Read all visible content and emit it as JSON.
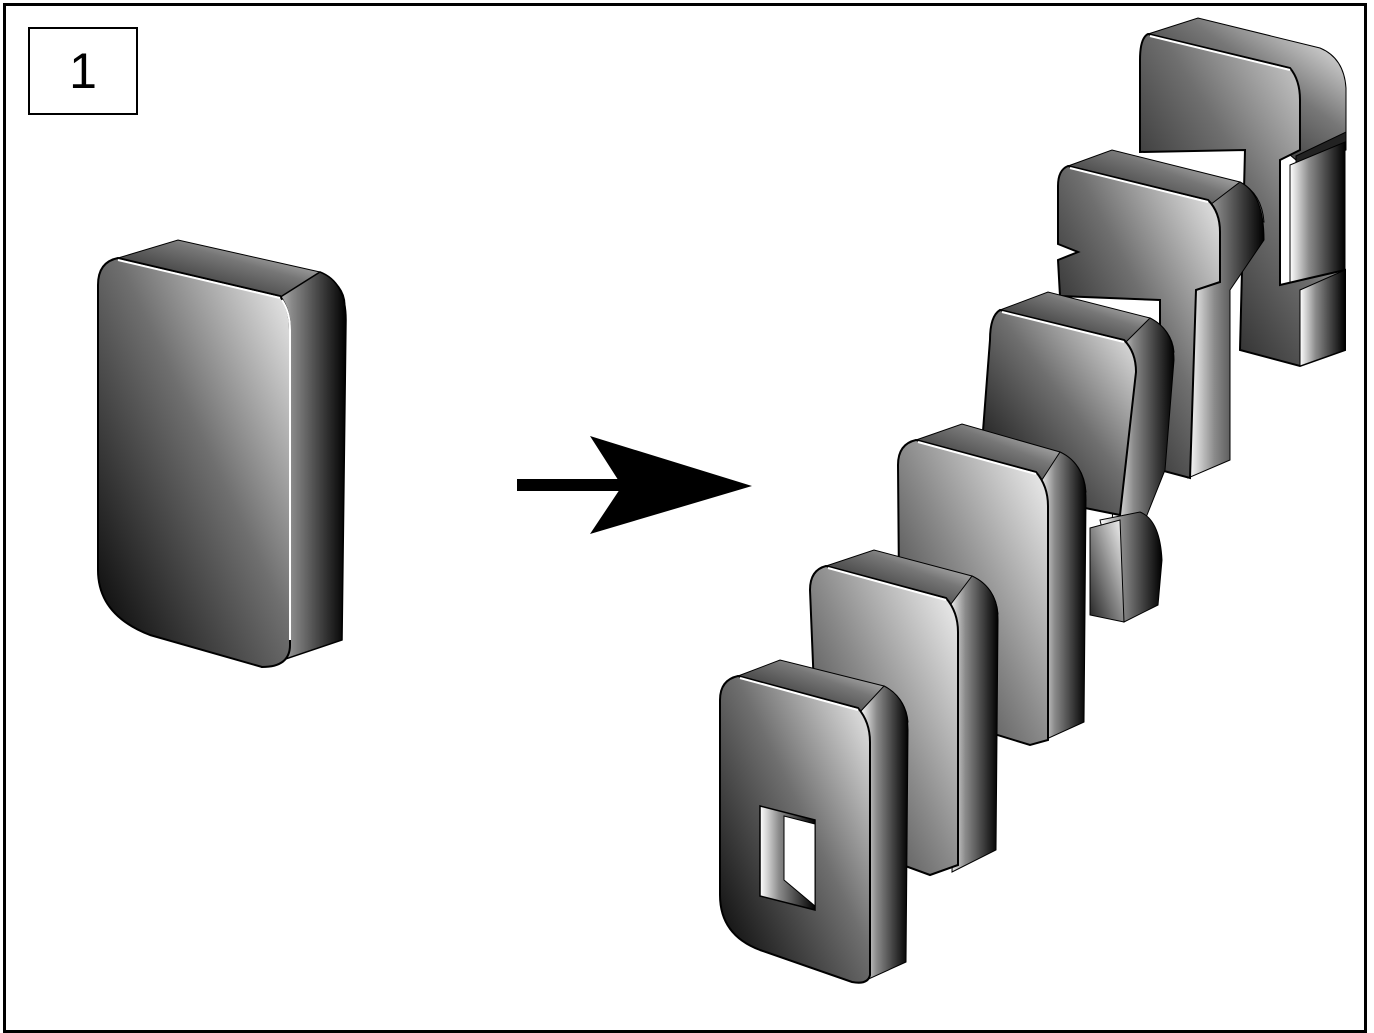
{
  "step": {
    "number": "1"
  },
  "illustration": {
    "source_object": "whole-block",
    "result_object": "block-cut-into-six-slices",
    "arrow": "arrow-right",
    "colors": {
      "outline": "#000000",
      "highlight": "#ffffff"
    }
  }
}
